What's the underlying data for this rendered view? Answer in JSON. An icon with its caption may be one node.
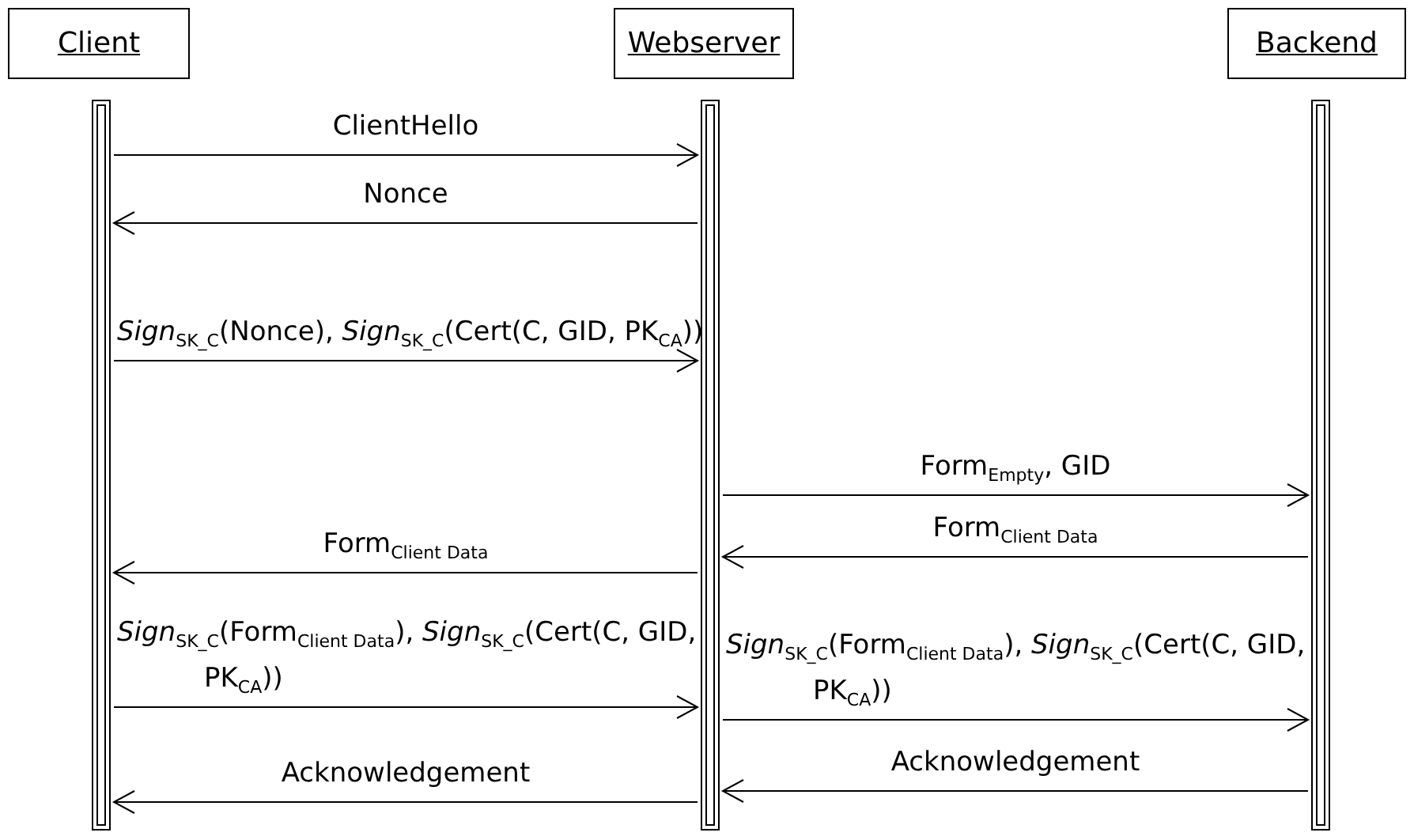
{
  "diagram": {
    "nodes": [
      {
        "text": [
          "Client"
        ]
      },
      {
        "text": [
          "Webserver"
        ]
      },
      {
        "text": [
          "Backend"
        ]
      },
      {
        "text": [],
        "shape": "bar"
      },
      {
        "text": [],
        "shape": "bar"
      },
      {
        "text": [],
        "shape": "bar"
      }
    ],
    "edges": [
      {
        "from": 3,
        "to": 4,
        "arrow": "to",
        "label": "ClientHello"
      },
      {
        "from": 4,
        "to": 3,
        "arrow": "to",
        "label": "Nonce"
      },
      {
        "from": 3,
        "to": 4,
        "arrow": "to",
        "label": "*Sign*$_{SK_C}$(Nonce), *Sign*$_{SK_C}$(Cert(C, GID, PK$_{CA}$))"
      },
      {
        "from": 4,
        "to": 5,
        "arrow": "to",
        "label": "Form$_{Empty}$, GID"
      },
      {
        "from": 5,
        "to": 4,
        "arrow": "to",
        "label": "Form$_{Client Data}$"
      },
      {
        "from": 4,
        "to": 3,
        "arrow": "to",
        "label": "Form$_{Client Data}$"
      },
      {
        "from": 3,
        "to": 4,
        "arrow": "to",
        "label": "*Sign*$_{SK_C}$(Form$_{Client Data}$), *Sign*$_{SK_C}$(Cert(C, GID, PK$_{CA}$))"
      },
      {
        "from": 4,
        "to": 5,
        "arrow": "to",
        "label": "*Sign*$_{SK_C}$(Form$_{Client Data}$), *Sign*$_{SK_C}$(Cert(C, GID, PK$_{CA}$))"
      },
      {
        "from": 5,
        "to": 4,
        "arrow": "to",
        "label": "Acknowledgement"
      },
      {
        "from": 4,
        "to": 3,
        "arrow": "to",
        "label": "Acknowledgement"
      }
    ]
  }
}
